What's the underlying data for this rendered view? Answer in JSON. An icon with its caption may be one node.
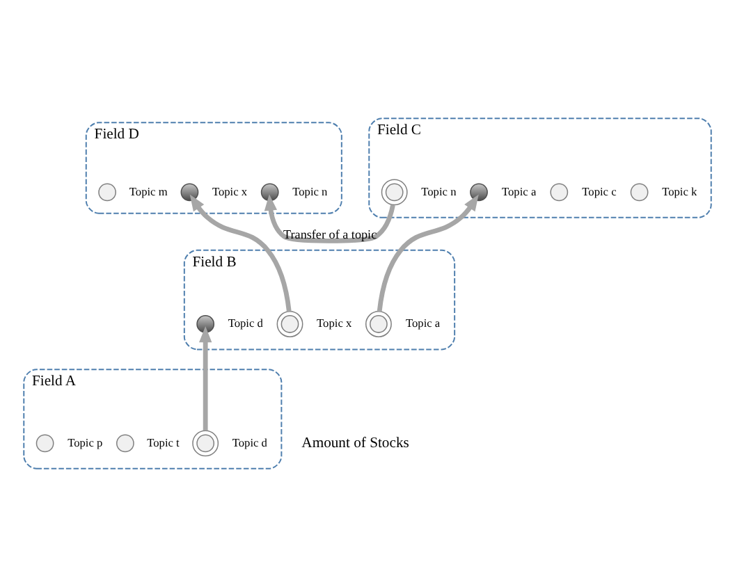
{
  "diagram": {
    "nodes": [
      {
        "text": [
          "Field C"
        ]
      },
      {
        "text": [],
        "shape": "circle",
        "beside": [
          "Topic n"
        ],
        "in": 0
      },
      {
        "text": [],
        "shape": "circle",
        "beside": [
          "Topic c"
        ],
        "in": 0
      },
      {
        "text": [],
        "shape": "circle",
        "beside": [
          "Topic a"
        ],
        "in": 0
      },
      {
        "text": [],
        "shape": "circle",
        "beside": [
          "Topic k"
        ],
        "in": 0
      },
      {
        "text": [
          "Field D"
        ]
      },
      {
        "text": [],
        "shape": "circle",
        "beside": [
          "Topic n"
        ],
        "in": 5
      },
      {
        "text": [],
        "shape": "circle",
        "beside": [
          "Topic m"
        ],
        "in": 5
      },
      {
        "text": [],
        "shape": "circle",
        "beside": [
          "Topic x"
        ],
        "in": 5
      },
      {
        "text": [
          "Field B"
        ]
      },
      {
        "text": [],
        "shape": "circle",
        "beside": [
          "Topic x"
        ],
        "in": 9
      },
      {
        "text": [],
        "shape": "circle",
        "beside": [
          "Topic a"
        ],
        "in": 9
      },
      {
        "text": [],
        "shape": "circle",
        "beside": [
          "Topic d"
        ],
        "in": 9
      },
      {
        "text": [
          "Field A"
        ]
      },
      {
        "text": [],
        "shape": "circle",
        "beside": [
          "Topic t"
        ],
        "in": 13
      },
      {
        "text": [],
        "shape": "circle",
        "beside": [
          "Topic p"
        ],
        "in": 13
      },
      {
        "text": [],
        "shape": "circle",
        "beside": [
          "Topic d"
        ],
        "in": 13
      }
    ],
    "edges": [
      {
        "from": 1,
        "to": 6,
        "arrow": "to",
        "label": "Transfer of a topic"
      },
      {
        "from": 10,
        "to": 8,
        "arrow": "to"
      },
      {
        "from": 11,
        "to": 3,
        "arrow": "to"
      },
      {
        "from": 16,
        "to": 12,
        "arrow": "to"
      }
    ],
    "labels": [
      "Amount of Stocks"
    ]
  }
}
